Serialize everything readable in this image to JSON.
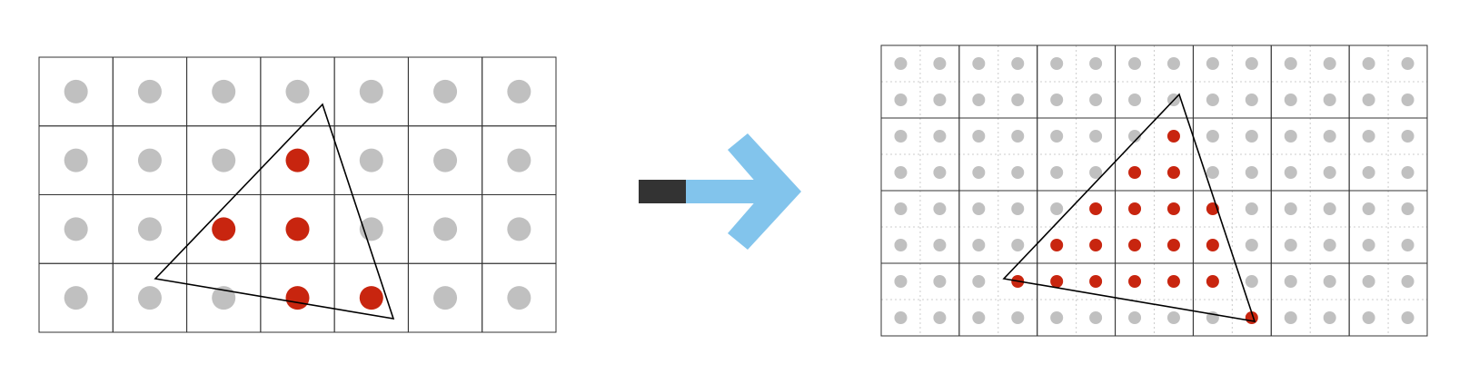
{
  "colors": {
    "background": "#ffffff",
    "grid_line": "#333333",
    "subgrid_line": "#cccccc",
    "sample_inactive": "#c0c0c0",
    "sample_covered": "#c8250f",
    "triangle_stroke": "#000000",
    "arrow_tail": "#333333",
    "arrow_body": "#82c4ec"
  },
  "left_panel": {
    "cols": 7,
    "rows": 4,
    "samples_per_pixel": 1,
    "covered_samples": [
      [
        3,
        1
      ],
      [
        2,
        2
      ],
      [
        3,
        2
      ],
      [
        3,
        3
      ],
      [
        4,
        3
      ]
    ]
  },
  "arrow": {
    "icon": "right-arrow-icon"
  },
  "right_panel": {
    "cols": 7,
    "rows": 4,
    "samples_per_pixel": 4,
    "covered_samples": [
      [
        7,
        2
      ],
      [
        6,
        3
      ],
      [
        7,
        3
      ],
      [
        5,
        4
      ],
      [
        6,
        4
      ],
      [
        7,
        4
      ],
      [
        8,
        4
      ],
      [
        4,
        5
      ],
      [
        5,
        5
      ],
      [
        6,
        5
      ],
      [
        7,
        5
      ],
      [
        8,
        5
      ],
      [
        3,
        6
      ],
      [
        4,
        6
      ],
      [
        5,
        6
      ],
      [
        6,
        6
      ],
      [
        7,
        6
      ],
      [
        8,
        6
      ],
      [
        9,
        7
      ]
    ]
  }
}
